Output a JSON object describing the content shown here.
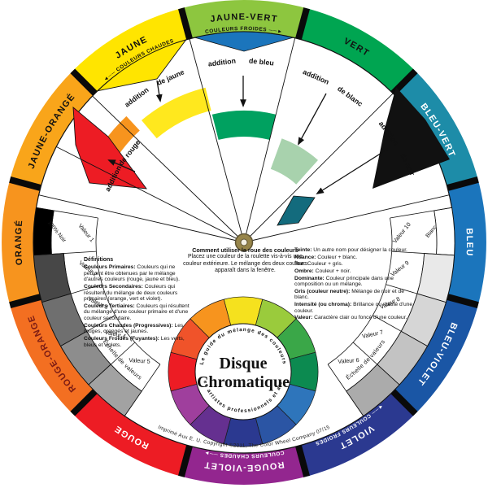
{
  "outer_ring": {
    "segments": [
      {
        "label": "JAUNE-VERT",
        "color": "#8dc63f",
        "label_color": "#111111",
        "sublabel": "COULEURS FROIDES ──►",
        "sublabel_color": "#111111"
      },
      {
        "label": "VERT",
        "color": "#00a551",
        "label_color": "#111111"
      },
      {
        "label": "BLEU-VERT",
        "color": "#1d8ca8",
        "label_color": "#ffffff"
      },
      {
        "label": "BLEU",
        "color": "#1b75bc",
        "label_color": "#ffffff"
      },
      {
        "label": "BLEU-VIOLET",
        "color": "#1a56a5",
        "label_color": "#ffffff"
      },
      {
        "label": "VIOLET",
        "color": "#2b3990",
        "label_color": "#ffffff",
        "sublabel": "◄── COULEURS FROIDES",
        "sublabel_color": "#ffffff"
      },
      {
        "label": "ROUGE-VIOLET",
        "color": "#93268f",
        "label_color": "#ffffff",
        "sublabel": "COULEURS CHAUDES ──►",
        "sublabel_color": "#ffffff"
      },
      {
        "label": "ROUGE",
        "color": "#ed1c24",
        "label_color": "#ffffff"
      },
      {
        "label": "ROUGE-ORANGE",
        "color": "#f36f21",
        "label_color": "#7a1b14"
      },
      {
        "label": "ORANGÉ",
        "color": "#f7941e",
        "label_color": "#111111"
      },
      {
        "label": "JAUNE-ORANGÉ",
        "color": "#f9a51a",
        "label_color": "#111111"
      },
      {
        "label": "JAUNE",
        "color": "#ffe500",
        "label_color": "#111111",
        "sublabel": "◄── COULEURS CHAUDES",
        "sublabel_color": "#111111"
      }
    ]
  },
  "windows": {
    "bleu": "#1b75bc",
    "rouge": "#ed1c24",
    "noir": "#111111"
  },
  "mixtures": {
    "de_rouge": "#f7941e",
    "de_jaune": "#ffe81e",
    "de_bleu": "#00a160",
    "de_blanc": "#a8d2ad",
    "de_noir": "#136b7d"
  },
  "additions": [
    {
      "a": "addition",
      "b": "de rouge"
    },
    {
      "a": "addition",
      "b": "de jaune"
    },
    {
      "a": "addition",
      "b": "de bleu"
    },
    {
      "a": "addition",
      "b": "de blanc"
    },
    {
      "a": "addition",
      "b": "de noir"
    }
  ],
  "value_scale": {
    "left": [
      {
        "label": "Valeur 1",
        "swatch": "#000000"
      },
      {
        "label": "Valeur 2",
        "swatch": "#474747"
      },
      {
        "label": "Valeur 3",
        "swatch": "#6f6f6f"
      },
      {
        "label": "Valeur 4",
        "swatch": "#8d8d8d"
      },
      {
        "label": "Valeur 5",
        "swatch": "#a2a2a2"
      }
    ],
    "right": [
      {
        "label": "Valeur 10",
        "swatch": "#ffffff"
      },
      {
        "label": "Valeur 9",
        "swatch": "#e9e9e9"
      },
      {
        "label": "Valeur 8",
        "swatch": "#d6d6d6"
      },
      {
        "label": "Valeur 7",
        "swatch": "#c3c3c3"
      },
      {
        "label": "Valeur 6",
        "swatch": "#ababab"
      }
    ],
    "left_extra": "100% Noir",
    "right_extra": "Blanc",
    "scale_label": "Échelle de valeurs"
  },
  "inner_wheel": {
    "colors": [
      "#f5e11e",
      "#9acb3c",
      "#3aa748",
      "#0c8a50",
      "#2e75bb",
      "#2b55a4",
      "#2b3990",
      "#653090",
      "#9f3f9d",
      "#ed1c24",
      "#f0532a",
      "#f7941e"
    ],
    "title1": "Disque",
    "title2": "Chromatique",
    "arc_top": "Le guide du mélange des couleurs",
    "arc_bottom": "Pour les artistes professionnels et amateurs"
  },
  "definitions": {
    "title": "Définitions",
    "items": [
      {
        "term": "Couleurs Primaires:",
        "text": " Couleurs qui ne peuvent être obtenues par le mélange d'autres couleurs (rouge, jaune et bleu)."
      },
      {
        "term": "Couleurs Secondaires:",
        "text": " Couleurs qui résultent du mélange de deux couleurs primaires (orange, vert et violet)."
      },
      {
        "term": "Couleurs Tertiaires:",
        "text": " Couleurs qui résultent du mélange d'une couleur primaire et d'une couleur secondaire."
      },
      {
        "term": "Couleurs Chaudes (Progressives):",
        "text": " Les rouges, orangés et jaunes."
      },
      {
        "term": "Couleurs Froides (Fuyantes):",
        "text": " Les verts, bleus et violets."
      }
    ]
  },
  "how_to": {
    "title": "Comment utiliser la roue des couleurs",
    "body": "Placez une couleur de la roulette vis-à-vis une couleur extérieure.  Le mélange des deux couleurs apparaît dans la fenêtre."
  },
  "glossary": {
    "items": [
      {
        "term": "Teinte:",
        "text": " Un autre nom pour désigner la couleur."
      },
      {
        "term": "Nuance:",
        "text": " Couleur + blanc."
      },
      {
        "term": "Ton:",
        "text": " Couleur + gris."
      },
      {
        "term": "Ombre:",
        "text": " Couleur + noir."
      },
      {
        "term": "Dominante:",
        "text": " Couleur principale dans une composition ou un mélange."
      },
      {
        "term": "Gris (couleur neutre):",
        "text": " Mélange de noir et de blanc."
      },
      {
        "term": "Intensité (ou chroma):",
        "text": " Brillance ou matité d'une couleur."
      },
      {
        "term": "Valeur:",
        "text": " Caractère clair ou foncé d'une couleur."
      }
    ]
  },
  "footer": {
    "credit": "Imprimé Aux E. U.    Copyright ©2011, The Color Wheel Company    07/15"
  }
}
